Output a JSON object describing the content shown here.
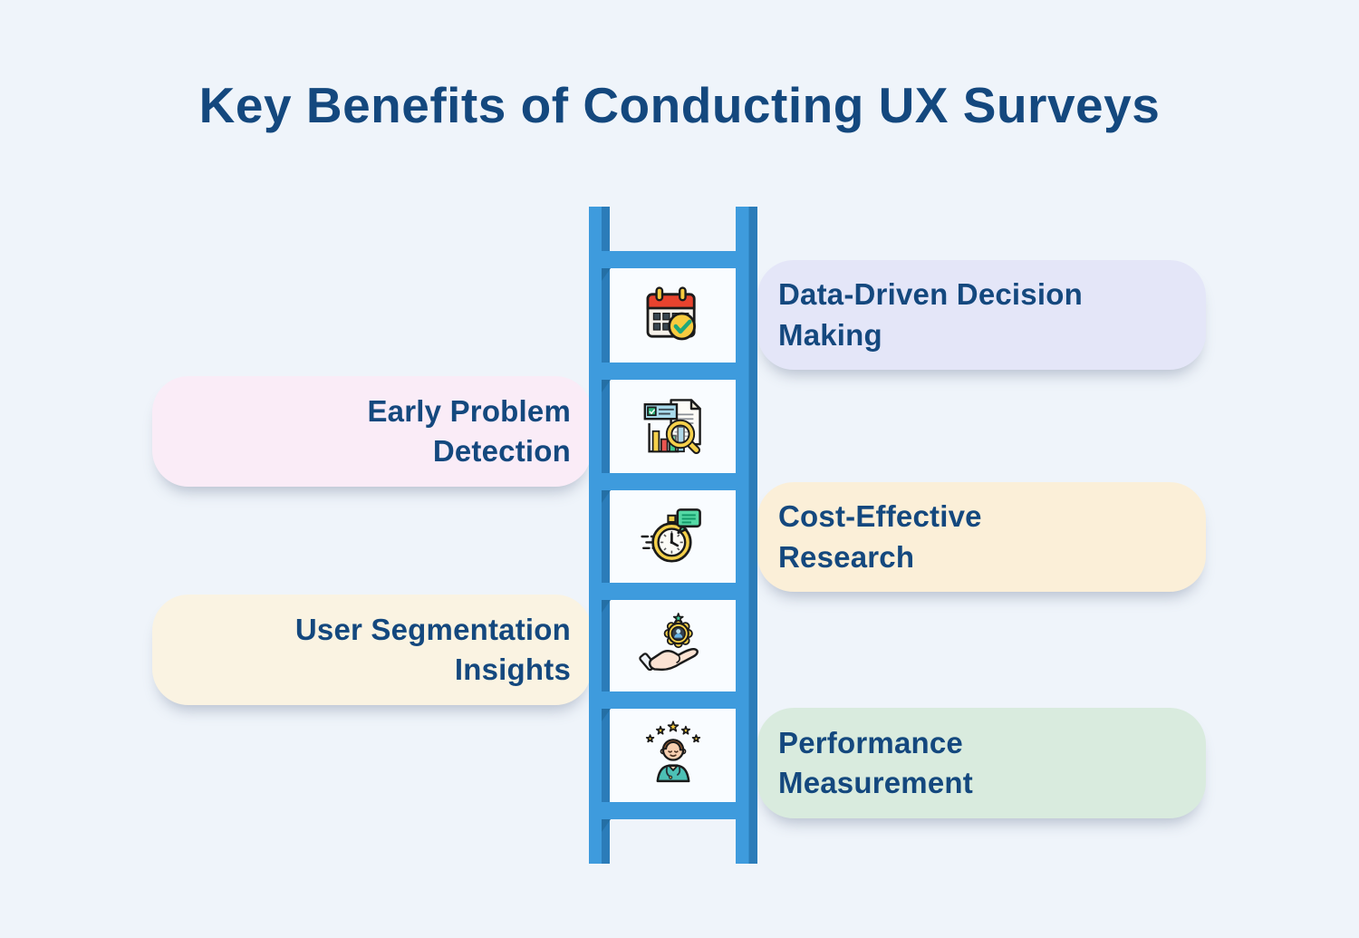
{
  "title": "Key Benefits of Conducting UX Surveys",
  "theme": {
    "background": "#EFF4FA",
    "title_color": "#14487E",
    "text_color": "#14487E",
    "ladder_blue": "#3E9BDD",
    "ladder_dark_blue": "#2B7CB9",
    "rung_shadow": "#246FA5",
    "icon_panel": "#F9FCFF"
  },
  "benefits": [
    {
      "label": "Data-Driven Decision\nMaking",
      "side": "right",
      "card_color": "#E4E6F8",
      "icon": "calendar-check-icon"
    },
    {
      "label": "Early Problem\nDetection",
      "side": "left",
      "card_color": "#FAECF7",
      "icon": "report-analysis-icon"
    },
    {
      "label": "Cost-Effective\nResearch",
      "side": "right",
      "card_color": "#FBEFD8",
      "icon": "fast-stopwatch-icon"
    },
    {
      "label": "User Segmentation\nInsights",
      "side": "left",
      "card_color": "#FAF3E2",
      "icon": "hand-user-badge-icon"
    },
    {
      "label": "Performance\nMeasurement",
      "side": "right",
      "card_color": "#D9EBDE",
      "icon": "rated-person-icon"
    }
  ]
}
